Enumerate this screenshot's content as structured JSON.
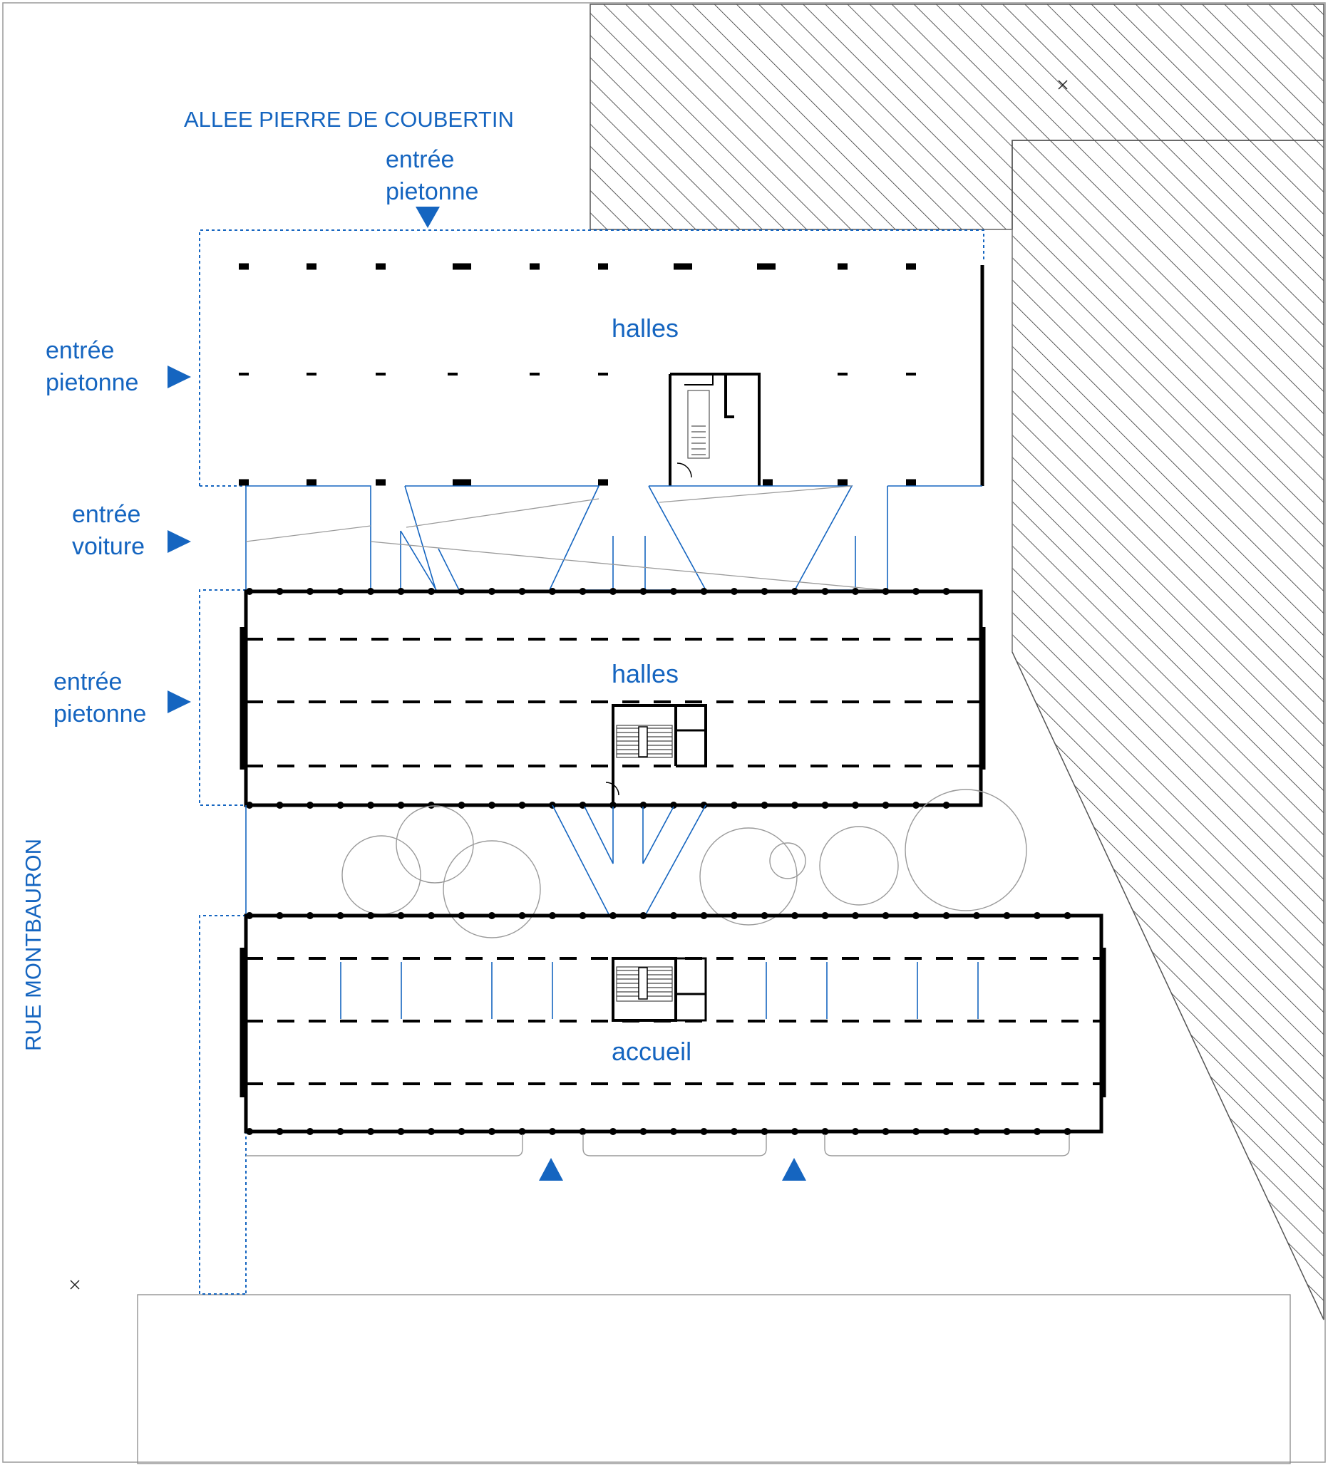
{
  "streets": {
    "north": "ALLEE PIERRE DE COUBERTIN",
    "west": "RUE MONTBAURON"
  },
  "entrances": {
    "north_line1": "entrée",
    "north_line2": "pietonne",
    "west1_line1": "entrée",
    "west1_line2": "pietonne",
    "car_line1": "entrée",
    "car_line2": "voiture",
    "west2_line1": "entrée",
    "west2_line2": "pietonne"
  },
  "rooms": {
    "top_hall": "halles",
    "middle_hall": "halles",
    "bottom_hall": "accueil"
  },
  "colors": {
    "accent": "#1565c0",
    "wall": "#000000",
    "thin": "#8a8a8a",
    "hatch": "#333333"
  },
  "icons": [
    "arrow-down-icon",
    "arrow-right-icon",
    "arrow-up-icon",
    "north-marker-icon"
  ]
}
